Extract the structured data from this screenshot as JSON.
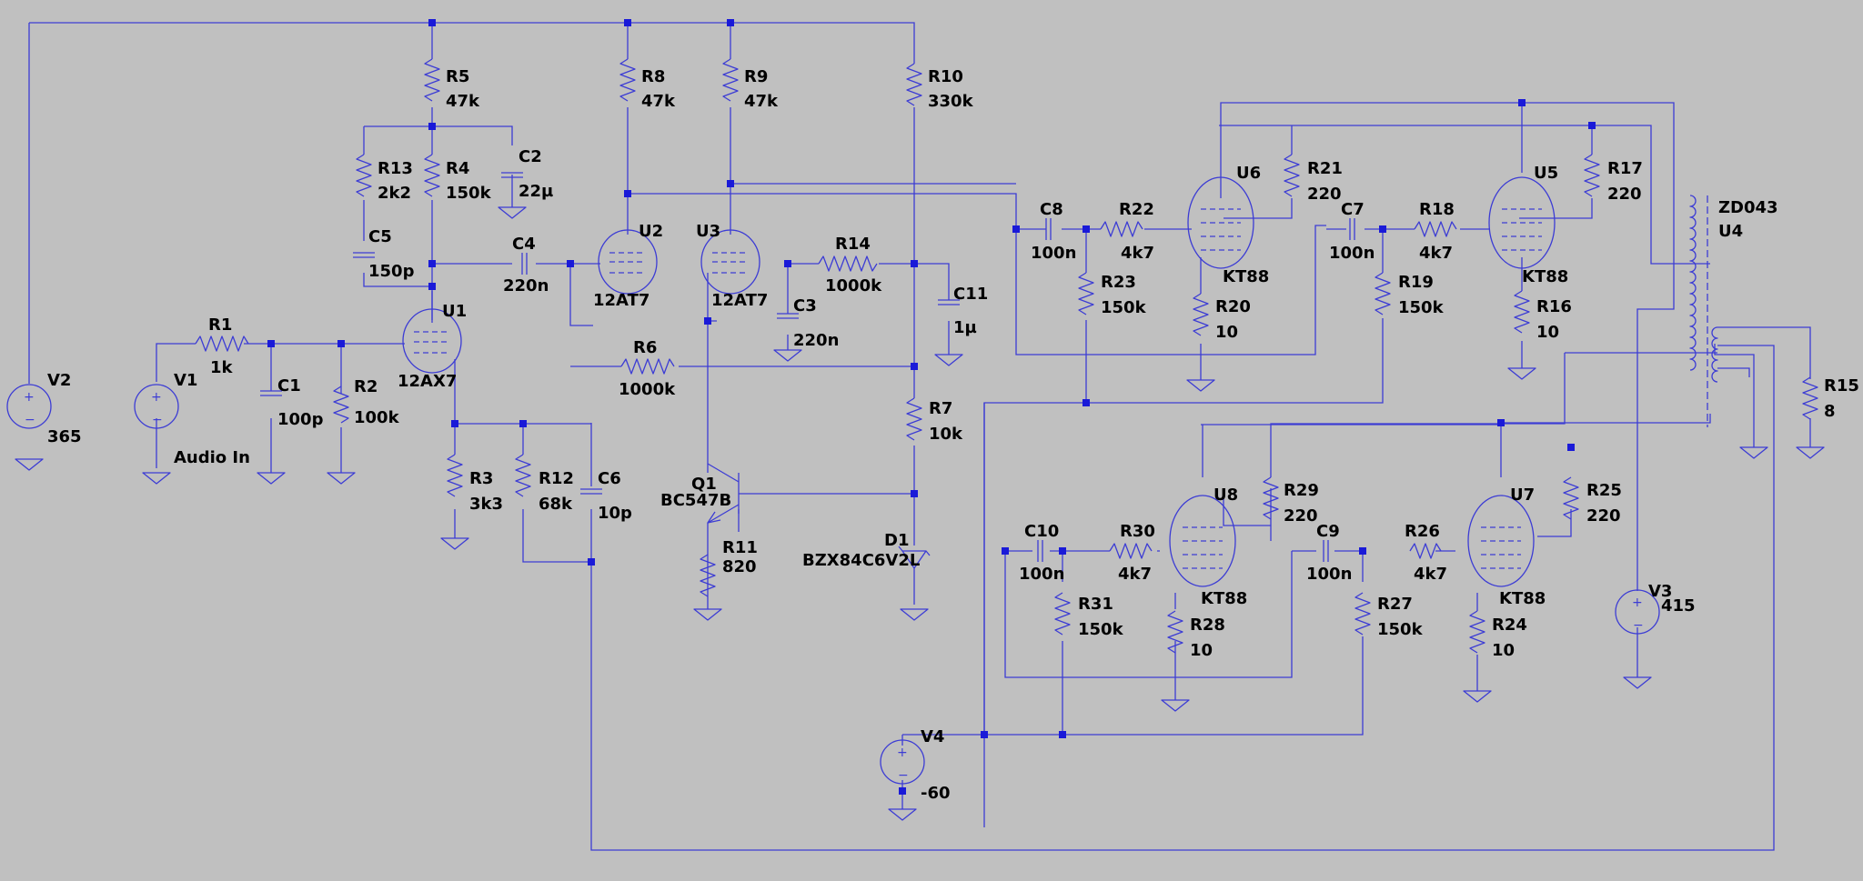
{
  "colors": {
    "background": "#c0c0c0",
    "wire": "#3c3cd4",
    "junction": "#1a1ad8",
    "text": "#000000"
  },
  "components": {
    "R1": {
      "name": "R1",
      "value": "1k"
    },
    "R2": {
      "name": "R2",
      "value": "100k"
    },
    "R3": {
      "name": "R3",
      "value": "3k3"
    },
    "R4": {
      "name": "R4",
      "value": "150k"
    },
    "R5": {
      "name": "R5",
      "value": "47k"
    },
    "R6": {
      "name": "R6",
      "value": "1000k"
    },
    "R7": {
      "name": "R7",
      "value": "10k"
    },
    "R8": {
      "name": "R8",
      "value": "47k"
    },
    "R9": {
      "name": "R9",
      "value": "47k"
    },
    "R10": {
      "name": "R10",
      "value": "330k"
    },
    "R11": {
      "name": "R11",
      "value": "820"
    },
    "R12": {
      "name": "R12",
      "value": "68k"
    },
    "R13": {
      "name": "R13",
      "value": "2k2"
    },
    "R14": {
      "name": "R14",
      "value": "1000k"
    },
    "R15": {
      "name": "R15",
      "value": "8"
    },
    "R16": {
      "name": "R16",
      "value": "10"
    },
    "R17": {
      "name": "R17",
      "value": "220"
    },
    "R18": {
      "name": "R18",
      "value": "4k7"
    },
    "R19": {
      "name": "R19",
      "value": "150k"
    },
    "R20": {
      "name": "R20",
      "value": "10"
    },
    "R21": {
      "name": "R21",
      "value": "220"
    },
    "R22": {
      "name": "R22",
      "value": "4k7"
    },
    "R23": {
      "name": "R23",
      "value": "150k"
    },
    "R24": {
      "name": "R24",
      "value": "10"
    },
    "R25": {
      "name": "R25",
      "value": "220"
    },
    "R26": {
      "name": "R26",
      "value": "4k7"
    },
    "R27": {
      "name": "R27",
      "value": "150k"
    },
    "R28": {
      "name": "R28",
      "value": "10"
    },
    "R29": {
      "name": "R29",
      "value": "220"
    },
    "R30": {
      "name": "R30",
      "value": "4k7"
    },
    "R31": {
      "name": "R31",
      "value": "150k"
    },
    "C1": {
      "name": "C1",
      "value": "100p"
    },
    "C2": {
      "name": "C2",
      "value": "22µ"
    },
    "C3": {
      "name": "C3",
      "value": "220n"
    },
    "C4": {
      "name": "C4",
      "value": "220n"
    },
    "C5": {
      "name": "C5",
      "value": "150p"
    },
    "C6": {
      "name": "C6",
      "value": "10p"
    },
    "C7": {
      "name": "C7",
      "value": "100n"
    },
    "C8": {
      "name": "C8",
      "value": "100n"
    },
    "C9": {
      "name": "C9",
      "value": "100n"
    },
    "C10": {
      "name": "C10",
      "value": "100n"
    },
    "C11": {
      "name": "C11",
      "value": "1µ"
    },
    "V1": {
      "name": "V1",
      "value": "Audio In"
    },
    "V2": {
      "name": "V2",
      "value": "365"
    },
    "V3": {
      "name": "V3",
      "value": "415"
    },
    "V4": {
      "name": "V4",
      "value": "-60"
    },
    "U1": {
      "name": "U1",
      "value": "12AX7"
    },
    "U2": {
      "name": "U2",
      "value": "12AT7"
    },
    "U3": {
      "name": "U3",
      "value": "12AT7"
    },
    "U4": {
      "name": "U4",
      "value": "ZD043"
    },
    "U5": {
      "name": "U5",
      "value": "KT88"
    },
    "U6": {
      "name": "U6",
      "value": "KT88"
    },
    "U7": {
      "name": "U7",
      "value": "KT88"
    },
    "U8": {
      "name": "U8",
      "value": "KT88"
    },
    "Q1": {
      "name": "Q1",
      "value": "BC547B"
    },
    "D1": {
      "name": "D1",
      "value": "BZX84C6V2L"
    }
  }
}
